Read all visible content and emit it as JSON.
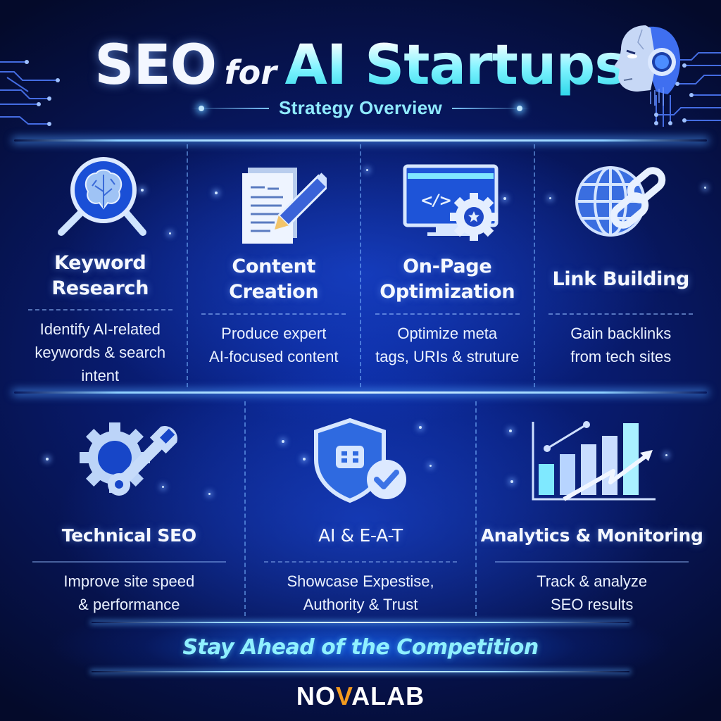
{
  "header": {
    "title_part1": "SEO",
    "title_part2": "for",
    "title_part3": "AI Startups",
    "subtitle": "Strategy Overview"
  },
  "sections": {
    "top": [
      {
        "title": "Keyword\nResearch",
        "description": "Identify AI-related\nkeywords & search\nintent",
        "icon": "brain-magnifier-icon"
      },
      {
        "title": "Content\nCreation",
        "description": "Produce expert\nAI-focused content",
        "icon": "document-pencil-icon"
      },
      {
        "title": "On-Page\nOptimization",
        "description": "Optimize meta\ntags, URIs & struture",
        "icon": "monitor-gear-icon"
      },
      {
        "title": "Link Building",
        "description": "Gain backlinks\nfrom tech sites",
        "icon": "globe-chain-icon"
      }
    ],
    "bottom": [
      {
        "title": "Technical SEO",
        "description": "Improve site speed\n& performance",
        "icon": "gear-wrench-icon"
      },
      {
        "title": "AI & E-A-T",
        "description": "Showcase Expestise,\nAuthority & Trust",
        "icon": "shield-check-icon"
      },
      {
        "title": "Analytics & Monitoring",
        "description": "Track & analyze\nSEO results",
        "icon": "bar-chart-arrow-icon"
      }
    ]
  },
  "footer": {
    "tagline": "Stay Ahead of the Competition",
    "logo_part1": "NO",
    "logo_accent": "V",
    "logo_part2": "ALAB"
  },
  "colors": {
    "background": "#050b2e",
    "panel_blue": "#0b2a9e",
    "title_cyan": "#7ff3ff",
    "subtitle_cyan": "#8feaff",
    "logo_accent": "#f39a1e",
    "icon_light": "#cfe4ff"
  }
}
